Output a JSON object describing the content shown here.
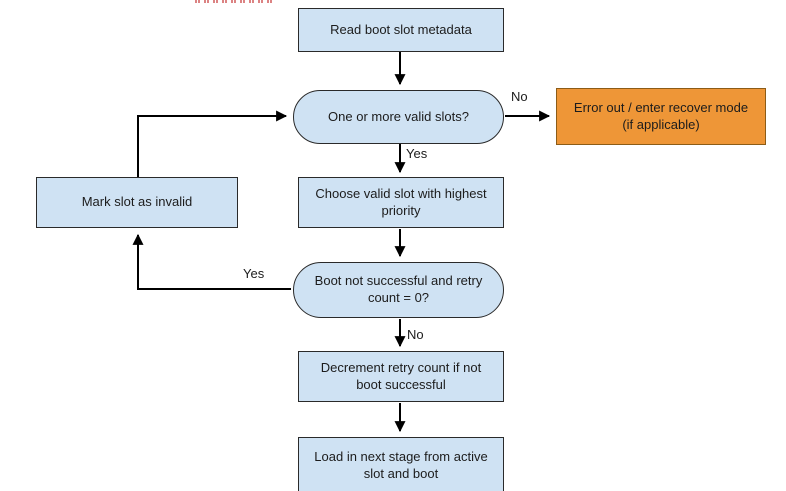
{
  "diagram": {
    "nodes": {
      "read_metadata": {
        "label": "Read boot slot metadata",
        "type": "process"
      },
      "valid_slots_decision": {
        "label": "One or more valid slots?",
        "type": "decision"
      },
      "error_out": {
        "label": "Error out / enter recover mode (if applicable)",
        "type": "process"
      },
      "choose_slot": {
        "label": "Choose valid slot with highest priority",
        "type": "process"
      },
      "mark_invalid": {
        "label": "Mark slot as invalid",
        "type": "process"
      },
      "boot_retry_decision": {
        "label": "Boot not successful and retry count = 0?",
        "type": "decision"
      },
      "decrement_retry": {
        "label": "Decrement retry count if not boot successful",
        "type": "process"
      },
      "load_next_stage": {
        "label": "Load in next stage from active slot and boot",
        "type": "process"
      }
    },
    "edge_labels": {
      "no_to_error": "No",
      "yes_to_choose": "Yes",
      "yes_to_mark_invalid": "Yes",
      "no_to_decrement": "No"
    },
    "colors": {
      "node_fill": "#cfe2f3",
      "node_border": "#2a2a2a",
      "error_fill": "#ee9637",
      "error_border": "#8c5c17",
      "arrow": "#000000",
      "top_marks": "#dc8383"
    }
  }
}
